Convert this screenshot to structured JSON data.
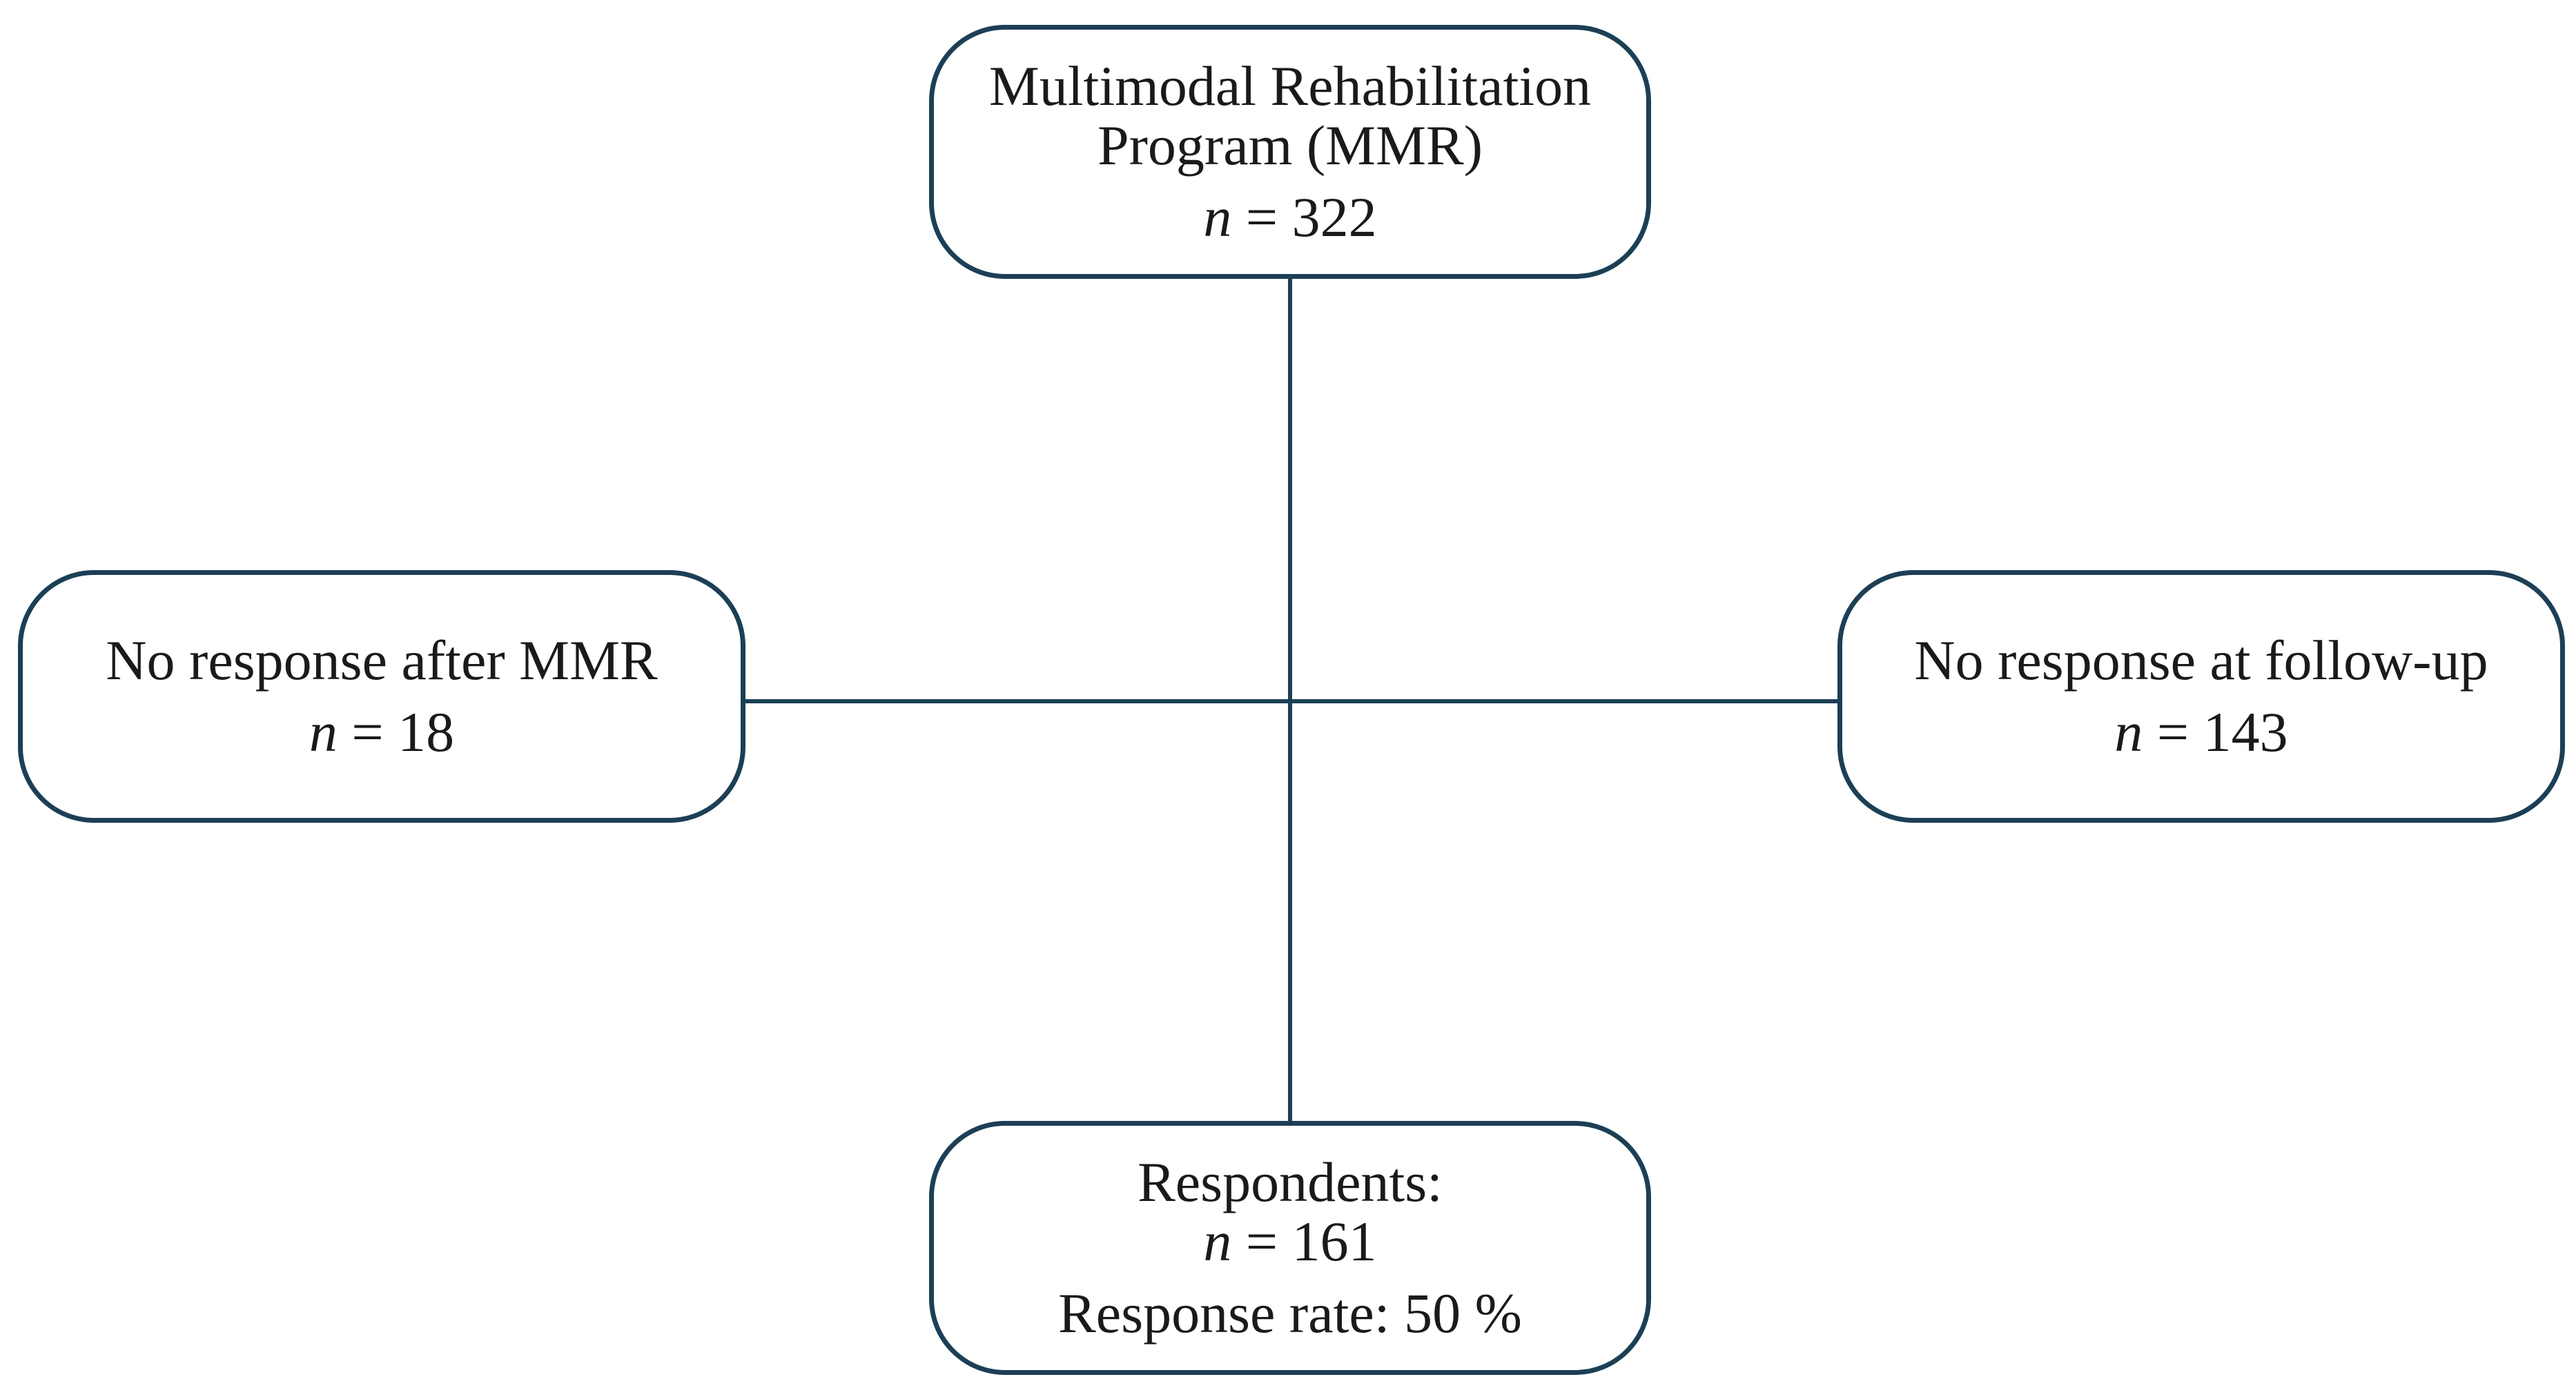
{
  "diagram": {
    "accent_color": "#1c3f56",
    "nodes": {
      "program": {
        "title_line1": "Multimodal Rehabilitation",
        "title_line2": "Program (MMR)",
        "n_symbol": "n",
        "n_value": " = 322"
      },
      "no_response_after": {
        "title": "No response after MMR",
        "n_symbol": "n",
        "n_value": " = 18"
      },
      "no_response_followup": {
        "title": "No response at follow-up",
        "n_symbol": "n",
        "n_value": " = 143"
      },
      "respondents": {
        "title": "Respondents:",
        "n_symbol": "n",
        "n_value": " = 161",
        "response_rate": "Response rate: 50 %"
      }
    },
    "edges": [
      {
        "from": "program",
        "to": "respondents"
      },
      {
        "from": "no_response_after",
        "to": "no_response_followup"
      }
    ]
  }
}
